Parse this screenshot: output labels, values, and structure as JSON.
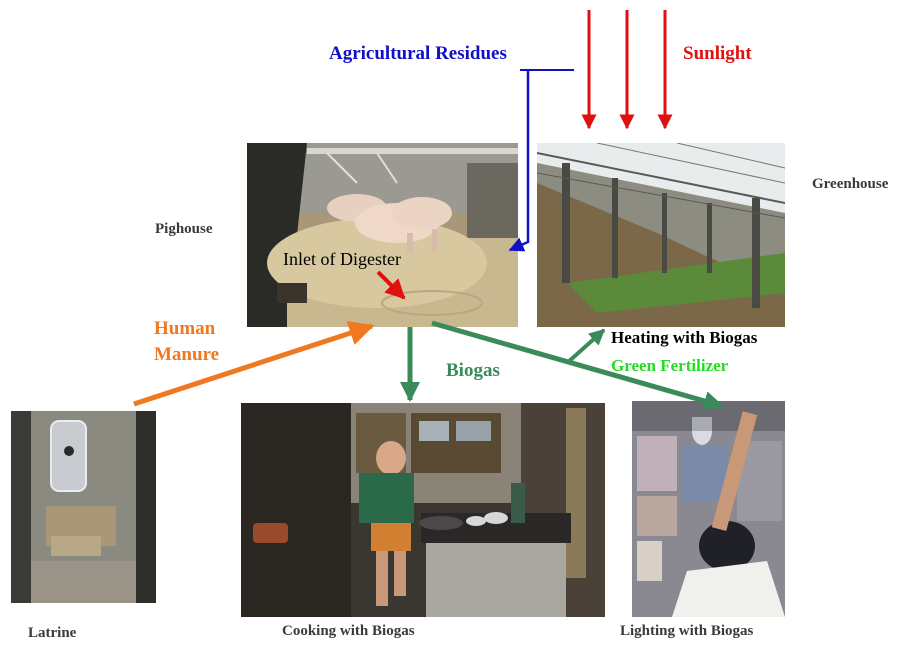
{
  "labels": {
    "agricultural_residues": "Agricultural Residues",
    "sunlight": "Sunlight",
    "greenhouse": "Greenhouse",
    "pighouse": "Pighouse",
    "inlet_of_digester": "Inlet of Digester",
    "human_manure_line1": "Human",
    "human_manure_line2": "Manure",
    "biogas": "Biogas",
    "heating_with_biogas": "Heating with Biogas",
    "green_fertilizer": "Green Fertilizer",
    "latrine": "Latrine",
    "cooking_with_biogas": "Cooking with Biogas",
    "lighting_with_biogas": "Lighting with Biogas"
  },
  "colors": {
    "agricultural_residues": "#1010c8",
    "sunlight": "#e01010",
    "human_manure": "#f07820",
    "biogas": "#3a8a5a",
    "green_fertilizer": "#22dd22",
    "caption": "#3a3a3a"
  }
}
